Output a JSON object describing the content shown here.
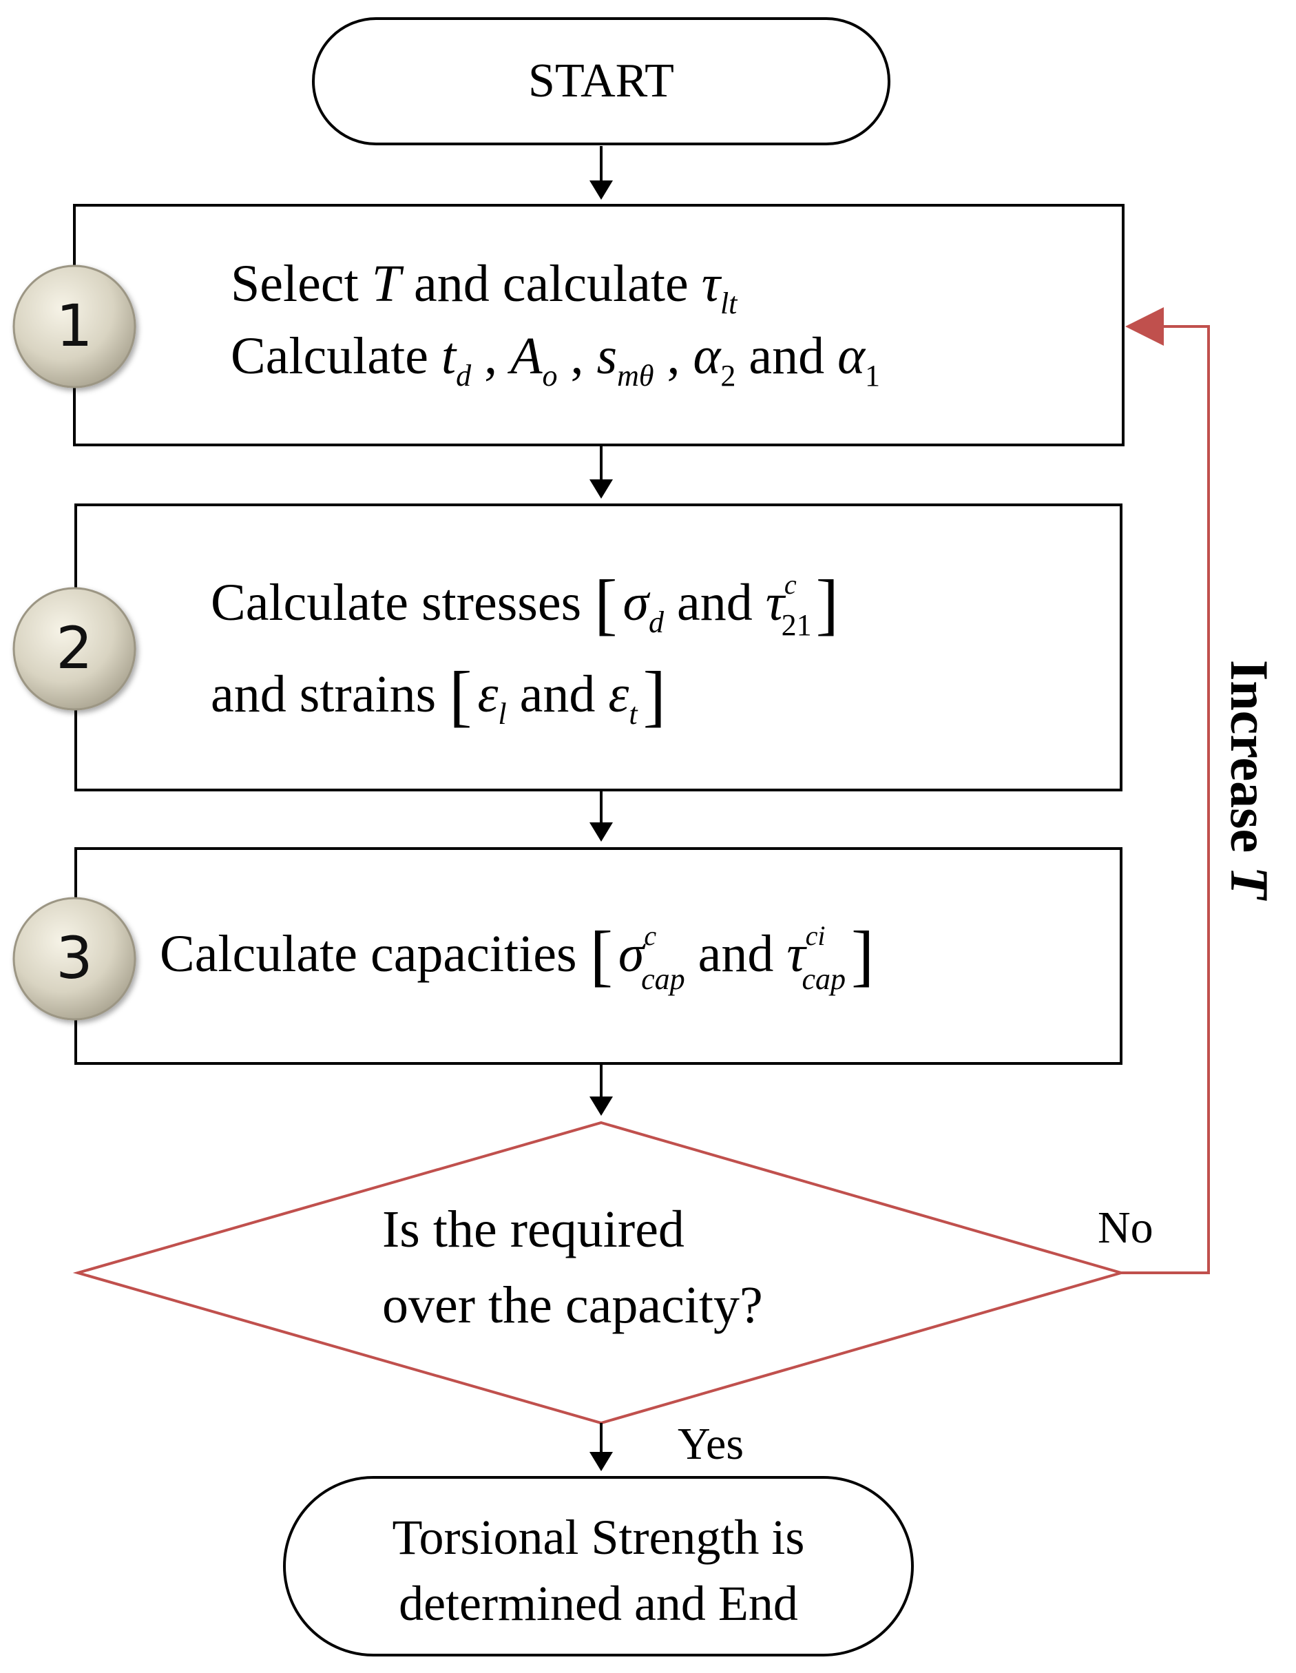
{
  "start": {
    "label": "START"
  },
  "end": {
    "line1": "Torsional Strength is",
    "line2": "determined and End"
  },
  "steps": [
    {
      "badge": "1",
      "line1": {
        "text1": "Select ",
        "T": "T",
        "text2": " and calculate ",
        "tau": "τ",
        "tau_sub": "lt"
      },
      "line2": {
        "label": "Calculate ",
        "t": "t",
        "t_sub": "d",
        "sep1": " , ",
        "A": "A",
        "A_sub": "o",
        "sep2": " , ",
        "s": "s",
        "s_sub": "mθ",
        "sep3": " , ",
        "alpha2": "α",
        "alpha2_sub": "2",
        "and": " and ",
        "alpha1": "α",
        "alpha1_sub": "1"
      }
    },
    {
      "badge": "2",
      "line1": {
        "label": "Calculate stresses ",
        "open": "[",
        "sigma": "σ",
        "sigma_sub": "d",
        "and": " and ",
        "tau": "τ",
        "tau_sup": "c",
        "tau_sub": "21",
        "close": "]"
      },
      "line2": {
        "label": "and strains ",
        "open": "[",
        "eps_l": "ε",
        "eps_l_sub": "l",
        "and": " and ",
        "eps_t": "ε",
        "eps_t_sub": "t",
        "close": "]"
      }
    },
    {
      "badge": "3",
      "line1": {
        "label": "Calculate capacities ",
        "open": "[",
        "sigma": "σ",
        "sigma_sup": "c",
        "sigma_sub": "cap",
        "and": " and ",
        "tau": "τ",
        "tau_sup": "ci",
        "tau_sub": "cap",
        "close": "]"
      }
    }
  ],
  "decision": {
    "line1": "Is the required",
    "line2": "over the capacity?"
  },
  "loop": {
    "label": "Increase ",
    "variable": "T"
  },
  "labels": {
    "no": "No",
    "yes": "Yes"
  },
  "colors": {
    "stroke": "#000000",
    "loop": "#c0504d",
    "badge_fill": "#d9d4c2",
    "badge_edge": "#9c9684"
  }
}
